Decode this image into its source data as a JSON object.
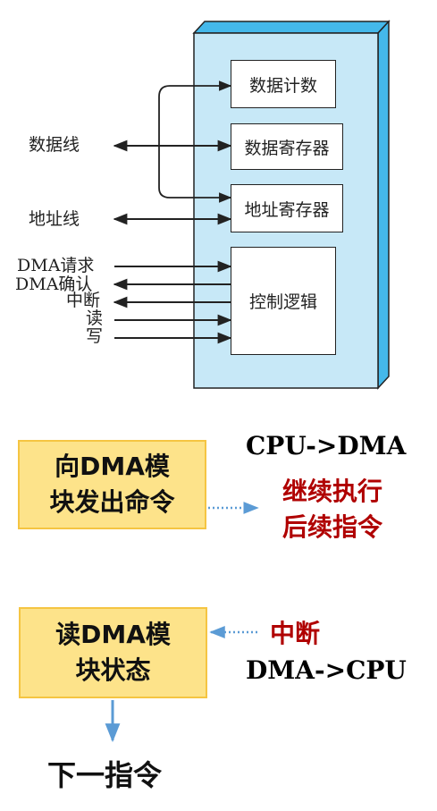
{
  "diagram": {
    "registers": {
      "counter": "数据计数",
      "data_reg": "数据寄存器",
      "addr_reg": "地址寄存器",
      "control": "控制逻辑"
    },
    "signals": {
      "data_line": "数据线",
      "addr_line": "地址线",
      "dma_request": "DMA请求",
      "dma_ack": "DMA确认",
      "interrupt": "中断",
      "read": "读",
      "write": "写"
    },
    "colors": {
      "module_fill": "#c7e8f7",
      "module_side": "#44b8ea"
    }
  },
  "flow": {
    "box1": {
      "line1": "向DMA模",
      "line2": "块发出命令"
    },
    "cpu_to_dma": "CPU->DMA",
    "continue": {
      "line1": "继续执行",
      "line2": "后续指令"
    },
    "box2": {
      "line1": "读DMA模",
      "line2": "块状态"
    },
    "interrupt": "中断",
    "dma_to_cpu": "DMA->CPU",
    "next": "下一指令",
    "colors": {
      "box_fill": "#fde38a",
      "box_border": "#f5c542",
      "red_text": "#b00000",
      "arrow": "#5b9bd5"
    }
  }
}
